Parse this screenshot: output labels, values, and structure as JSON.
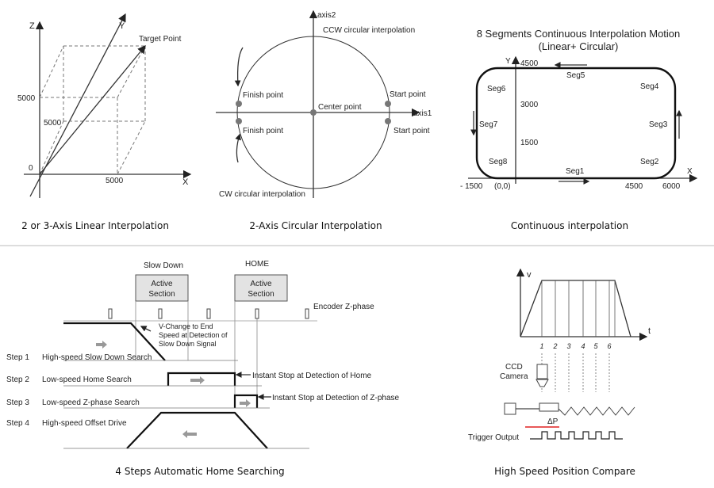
{
  "panels": {
    "linear": {
      "caption": "2 or 3-Axis Linear Interpolation",
      "axis_z": "Z",
      "axis_y": "Y",
      "axis_x": "X",
      "target": "Target Point",
      "tick_5000_z": "5000",
      "tick_5000_y": "5000",
      "tick_origin": "0",
      "tick_5000_x": "5000"
    },
    "circular": {
      "caption": "2-Axis Circular Interpolation",
      "axis2": "axis2",
      "axis1": "axis1",
      "ccw": "CCW circular interpolation",
      "cw": "CW circular interpolation",
      "finish_top": "Finish point",
      "start_top": "Start point",
      "center": "Center point",
      "finish_bottom": "Finish point",
      "start_bottom": "Start point"
    },
    "continuous": {
      "caption": "Continuous interpolation",
      "title_line1": "8 Segments Continuous Interpolation Motion",
      "title_line2": "(Linear+ Circular)",
      "title_color": "#e02020",
      "axis_y": "Y",
      "axis_x": "X",
      "y_4500": "4500",
      "y_3000": "3000",
      "y_1500": "1500",
      "x_neg1500": "- 1500",
      "x_origin": "(0,0)",
      "x_4500": "4500",
      "x_6000": "6000",
      "segments": [
        "Seg1",
        "Seg2",
        "Seg3",
        "Seg4",
        "Seg5",
        "Seg6",
        "Seg7",
        "Seg8"
      ]
    },
    "homing": {
      "caption": "4 Steps Automatic Home Searching",
      "slow_down": "Slow Down",
      "home": "HOME",
      "active_section_1": "Active",
      "active_section_2": "Section",
      "encoder": "Encoder Z-phase",
      "v_change_1": "V-Change to End",
      "v_change_2": "Speed at Detection of",
      "v_change_3": "Slow Down Signal",
      "instant_home": "Instant Stop at Detection of Home",
      "instant_z": "Instant Stop at Detection of Z-phase",
      "steps": [
        {
          "label": "Step 1",
          "desc": "High-speed  Slow  Down  Search"
        },
        {
          "label": "Step 2",
          "desc": "Low-speed Home Search"
        },
        {
          "label": "Step 3",
          "desc": "Low-speed Z-phase Search"
        },
        {
          "label": "Step 4",
          "desc": "High-speed Offset Drive"
        }
      ]
    },
    "compare": {
      "caption": "High Speed Position Compare",
      "axis_v": "v",
      "axis_t": "t",
      "ccd_1": "CCD",
      "ccd_2": "Camera",
      "points": [
        "1",
        "2",
        "3",
        "4",
        "5",
        "6"
      ],
      "delta": "ΔP",
      "trigger": "Trigger Output",
      "delta_color": "#e02020"
    }
  }
}
